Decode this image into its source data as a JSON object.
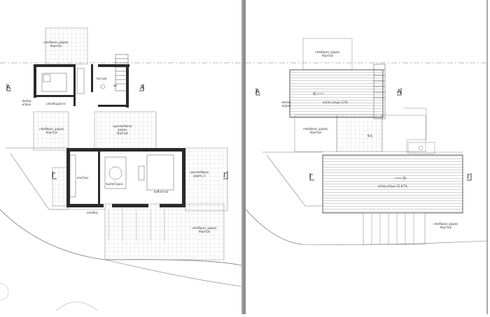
{
  "left_plan": {
    "labels": {
      "north_terrace": "υπαίθριος χώρος\nπαρτέρι",
      "bedroom": "υπνοδωμάτιο",
      "bathroom": "λουτρό",
      "wc": "wc",
      "terrace_left": "υπαίθριος χώρος\nπαρτέρι",
      "terrace_center": "ημιυπαίθριος\nχώρος\nπαρτέρι",
      "kitchen": "κουζίνα",
      "dining": "τραπεζαρία",
      "living": "καθιστικό",
      "semi_open_right": "ημιυπαίθριος\nχώρος 2",
      "terrace_south": "υπαίθριος χώρος\nπαρτέρι",
      "entrance": "είσοδος",
      "section_left": "Α",
      "section_right": "Α",
      "section_lower_left": "Γ",
      "section_lower_right": "Γ",
      "note_left": "σκάλα\nκήπου"
    }
  },
  "right_plan": {
    "labels": {
      "roof_upper": "κλίση κλίμα 12%",
      "roof_lower": "κλίση κλίμα 12,67%",
      "terrace_north": "υπαίθριος χώρος\nπαρτέρι",
      "terrace_mid": "υπαίθριος χώρος\nπαρτέρι",
      "terrace_south": "υπαίθριος χώρος\nπαρτέρι",
      "note_left": "σκάλα\nκήπου",
      "section_left": "Α",
      "section_right": "Α",
      "section_lower_left": "Γ",
      "section_lower_right": "Γ",
      "tank": "δεξ."
    }
  }
}
